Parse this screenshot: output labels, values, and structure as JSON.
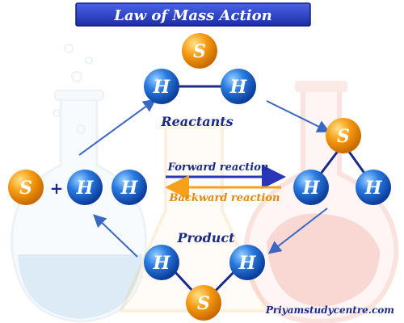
{
  "title": "Law of Mass Action",
  "labels": {
    "reactants": "Reactants",
    "product": "Product",
    "forward": "Forward reaction",
    "backward": "Backward reaction",
    "plus": "+",
    "watermark": "Priyamstudycentre.com"
  },
  "atoms": {
    "sulfur": "S",
    "hydrogen": "H"
  },
  "colors": {
    "title_bg": "#2a3fc9",
    "hydrogen": "#1f6fd8",
    "sulfur": "#f39a12",
    "arrow": "#3a66c4",
    "forward_arrow": "#2a36b8",
    "backward_arrow": "#f5a11c",
    "label_text": "#1a2a8a",
    "backward_text": "#e08a12"
  }
}
